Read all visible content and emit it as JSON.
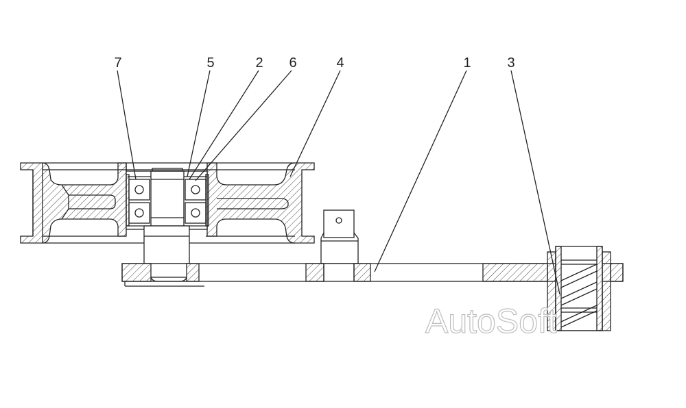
{
  "diagram": {
    "callouts": [
      {
        "id": "7",
        "label": "7"
      },
      {
        "id": "5",
        "label": "5"
      },
      {
        "id": "2",
        "label": "2"
      },
      {
        "id": "6",
        "label": "6"
      },
      {
        "id": "4",
        "label": "4"
      },
      {
        "id": "1",
        "label": "1"
      },
      {
        "id": "3",
        "label": "3"
      }
    ],
    "watermark": "AutoSoft",
    "colors": {
      "line": "#222222",
      "hatch": "#444444",
      "watermark_stroke": "#bdbdbd"
    }
  }
}
